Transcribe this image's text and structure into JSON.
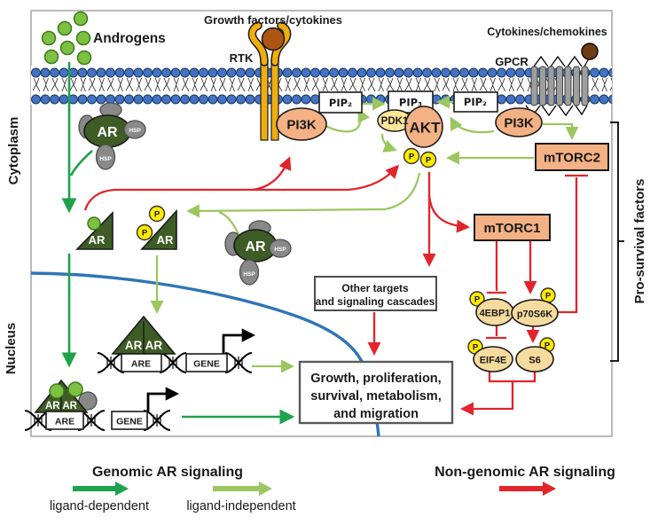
{
  "compartments": {
    "cytoplasm": "Cytoplasm",
    "nucleus": "Nucleus"
  },
  "side_label": "Pro-survival factors",
  "ligands": {
    "androgens": "Androgens",
    "growth_factors": "Growth factors/cytokines",
    "cytokines": "Cytokines/chemokines"
  },
  "receptors": {
    "rtk": "RTK",
    "gpcr": "GPCR"
  },
  "lipids": {
    "pip2": "PIP₂",
    "pip3": "PIP₃"
  },
  "proteins": {
    "pi3k": "PI3K",
    "pdk1": "PDK1",
    "akt": "AKT",
    "mtorc1": "mTORC1",
    "mtorc2": "mTORC2",
    "p": "P",
    "ar": "AR",
    "arar": "AR AR",
    "hsp": "HSP",
    "e4ebp1": "4EBP1",
    "p70s6k": "p70S6K",
    "eif4e": "EIF4E",
    "s6": "S6"
  },
  "dna": {
    "are": "ARE",
    "gene": "GENE"
  },
  "boxes": {
    "other_targets": {
      "line1": "Other targets",
      "line2": "and signaling cascades"
    },
    "growth": {
      "line1": "Growth, proliferation,",
      "line2": "survival, metabolism,",
      "line3": "and migration"
    }
  },
  "legend": {
    "genomic_title": "Genomic AR signaling",
    "ligand_dependent": "ligand-dependent",
    "ligand_independent": "ligand-independent",
    "non_genomic_title": "Non-genomic AR signaling"
  },
  "colors": {
    "dark_green_arrow": "#1EA24B",
    "light_green_arrow": "#9CC65F",
    "red_arrow": "#E2242B",
    "black_arrow": "#000000",
    "membrane_blue": "#4472C4",
    "nucleus_line_blue": "#2E75B6",
    "protein_orange": "#F4B183",
    "effector_tan": "#F6DB9E",
    "pdk1_yellow": "#FFE699",
    "phospho_yellow": "#FFEB00",
    "ar_green": "#3E5C26",
    "hsp_gray": "#898989",
    "androgen_green": "#7DC142",
    "rtk_gold": "#F0AD0E",
    "gpcr_gray": "#9E9E9E",
    "rtk_ligand_brown": "#AE5514",
    "gpcr_ligand_brown": "#6F3C12"
  }
}
